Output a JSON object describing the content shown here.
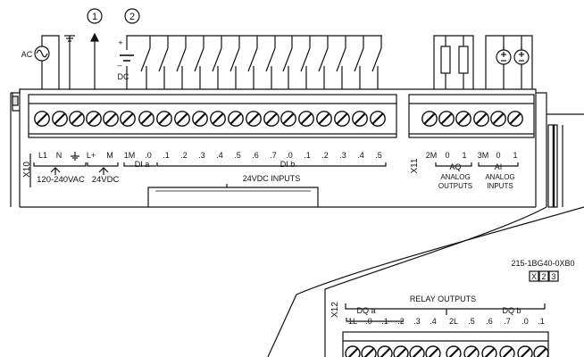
{
  "callouts": [
    "1",
    "2"
  ],
  "power": {
    "ac_label": "AC",
    "dc_label": "DC",
    "dc_plus": "+",
    "dc_minus": "–"
  },
  "x10": {
    "connector_id": "X10",
    "terminals": [
      "L1",
      "N",
      "⏚",
      "L+",
      "M",
      "1M",
      ".0",
      ".1",
      ".2",
      ".3",
      ".4",
      ".5",
      ".6",
      ".7",
      ".0",
      ".1",
      ".2",
      ".3",
      ".4",
      ".5"
    ],
    "group_power": "120-240VAC",
    "group_24vdc": "24VDC",
    "group_dia": "DI a",
    "group_dib": "DI b",
    "inputs_title": "24VDC INPUTS"
  },
  "x11": {
    "connector_id": "X11",
    "terminals": [
      "2M",
      "0",
      "1",
      "3M",
      "0",
      "1"
    ],
    "aq_label": "AQ",
    "ai_label": "AI",
    "analog_outputs": [
      "ANALOG",
      "OUTPUTS"
    ],
    "analog_inputs": [
      "ANALOG",
      "INPUTS"
    ]
  },
  "lower": {
    "part_number": "215-1BG40-0XB0",
    "version_boxes": [
      "X",
      "2",
      "3"
    ],
    "connector_id": "X12",
    "relay_title": "RELAY OUTPUTS",
    "dqa_label": "DQ a",
    "dqb_label": "DQ b",
    "terminals": [
      "1L",
      ".0",
      ".1",
      ".2",
      ".3",
      ".4",
      "2L",
      ".5",
      ".6",
      ".7",
      ".0",
      ".1"
    ]
  }
}
